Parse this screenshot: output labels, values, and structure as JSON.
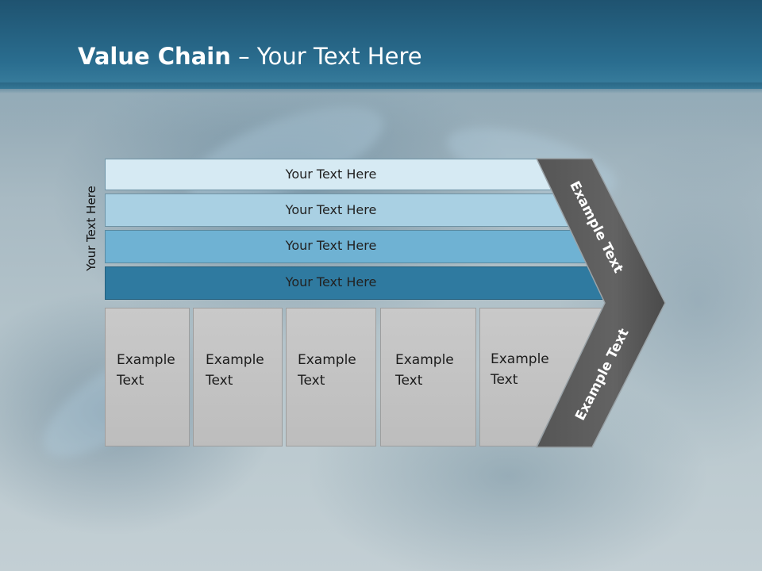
{
  "slide": {
    "title_bold": "Value Chain",
    "title_rest": " – Your Text Here",
    "side_label": "Your Text Here",
    "bars": [
      "Your Text Here",
      "Your Text Here",
      "Your Text Here",
      "Your Text Here"
    ],
    "cells": [
      "Example\nText",
      "Example\nText",
      "Example\nText",
      "Example\nText",
      "Example\nText"
    ],
    "arrow_upper": "Example Text",
    "arrow_lower": "Example Text"
  },
  "colors": {
    "header": "#2a6d8f",
    "bar1": "#d6eaf3",
    "bar2": "#a9d0e3",
    "bar3": "#6fb2d3",
    "bar4": "#2f7aa0",
    "cell": "#c4c4c4",
    "chevron": "#5e5e5e"
  }
}
